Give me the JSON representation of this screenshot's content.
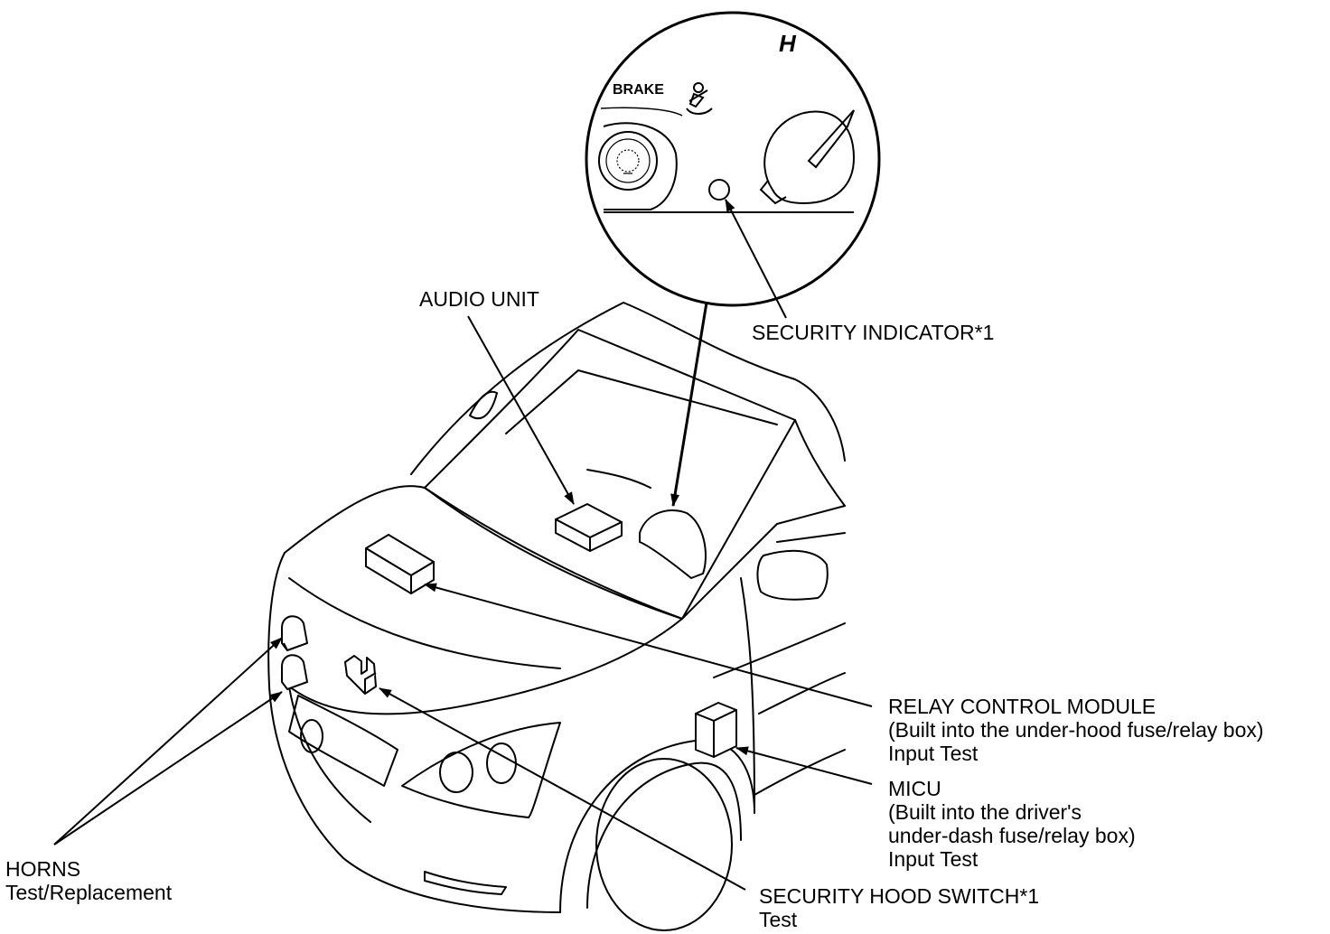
{
  "callouts": {
    "audio_unit": "AUDIO UNIT",
    "security_indicator": "SECURITY INDICATOR*1",
    "relay_control_module": {
      "title": "RELAY CONTROL MODULE",
      "note": "(Built into the under-hood fuse/relay box)",
      "action": "Input Test"
    },
    "micu": {
      "title": "MICU",
      "note_line1": "(Built into the driver's",
      "note_line2": "under-dash fuse/relay box)",
      "action": "Input Test"
    },
    "horns": {
      "title": "HORNS",
      "action": "Test/Replacement"
    },
    "security_hood_switch": {
      "title": "SECURITY HOOD SWITCH*1",
      "action": "Test"
    }
  },
  "dashboard_detail": {
    "brake_label": "BRAKE",
    "h_label": "H"
  }
}
